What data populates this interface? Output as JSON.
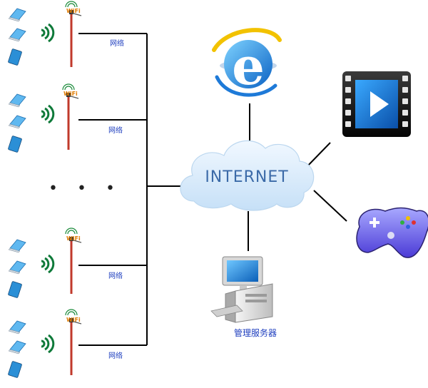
{
  "diagram": {
    "cloud_label": "INTERNET",
    "server_label": "管理服务器",
    "ellipsis": "• • •",
    "pole_groups": [
      {
        "network_label": "网络",
        "pole_tag": "WiFi"
      },
      {
        "network_label": "网络",
        "pole_tag": "WiFi"
      },
      {
        "network_label": "网络",
        "pole_tag": "WiFi"
      },
      {
        "network_label": "网络",
        "pole_tag": "WiFi"
      }
    ],
    "services": {
      "browser_icon": "internet-explorer-icon",
      "video_icon": "video-play-icon",
      "game_icon": "gamepad-icon"
    },
    "colors": {
      "cloud": "#d9ecfb",
      "cloud_text": "#3b6aa8",
      "wifi_signal": "#0f7a3a",
      "pole": "#c0392b",
      "device_blue": "#2b8fd6",
      "label_blue": "#1f3fbf"
    }
  }
}
